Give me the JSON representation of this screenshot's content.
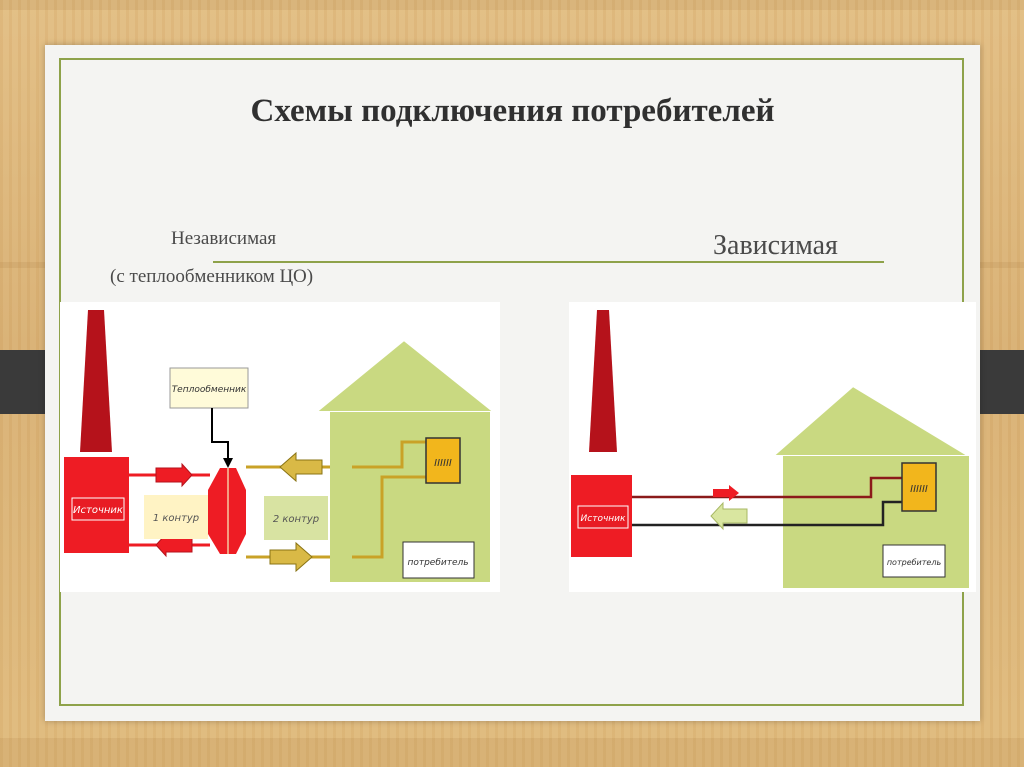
{
  "slide": {
    "title": "Схемы подключения потребителей",
    "independent_label": "Независимая",
    "independent_sublabel": "(с теплообменником ЦО)",
    "dependent_label": "Зависимая"
  },
  "diagram_independent": {
    "heat_exchanger": "Теплообменник",
    "source": "Источник",
    "circuit1": "1 контур",
    "circuit2": "2 контур",
    "consumer": "потребитель",
    "radiator_glyph": "IIIIII"
  },
  "diagram_dependent": {
    "source": "Источник",
    "consumer": "потребитель",
    "radiator_glyph": "IIIIII"
  },
  "colors": {
    "red": "#ee1c24",
    "dark_red": "#b5121b",
    "house": "#c9d981",
    "radiator": "#f2b61c",
    "pipe_gold": "#c9a227",
    "frame_green": "#8ea24a"
  }
}
